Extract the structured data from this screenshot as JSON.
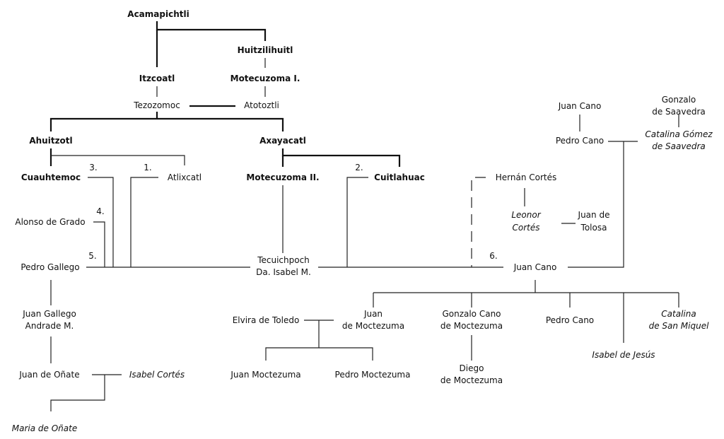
{
  "people": {
    "acamapichtli": "Acamapichtli",
    "huitzilihuitl": "Huitzilihuitl",
    "itzcoatl": "Itzcoatl",
    "motecuzoma1": "Motecuzoma I.",
    "tezozomoc": "Tezozomoc",
    "atotoztli": "Atotoztli",
    "ahuitzotl": "Ahuitzotl",
    "axayacatl": "Axayacatl",
    "cuauhtemoc": "Cuauhtemoc",
    "atlixcatl": "Atlixcatl",
    "motecuzoma2": "Motecuzoma II.",
    "cuitlahuac": "Cuitlahuac",
    "alonso": "Alonso de Grado",
    "pedro_gallego": "Pedro Gallego",
    "tecuichpoch_1": "Tecuichpoch",
    "tecuichpoch_2": "Da. Isabel M.",
    "juan_cano": "Juan Cano",
    "juan_gallego_1": "Juan Gallego",
    "juan_gallego_2": "Andrade M.",
    "juan_onate": "Juan de Oñate",
    "isabel_cortes": "Isabel Cortés",
    "maria_onate": "Maria de Oñate",
    "juan_cano_sr": "Juan Cano",
    "gonzalo_saavedra_1": "Gonzalo",
    "gonzalo_saavedra_2": "de Saavedra",
    "pedro_cano_sr": "Pedro Cano",
    "catalina_gomez_1": "Catalina Gómez",
    "catalina_gomez_2": "de Saavedra",
    "hernan_cortes": "Hernán Cortés",
    "leonor_1": "Leonor",
    "leonor_2": "Cortés",
    "juan_tolosa_1": "Juan de",
    "juan_tolosa_2": "Tolosa",
    "elvira": "Elvira de Toledo",
    "juan_moctezuma_1": "Juan",
    "juan_moctezuma_2": "de Moctezuma",
    "gonzalo_cano_1": "Gonzalo Cano",
    "gonzalo_cano_2": "de Moctezuma",
    "pedro_cano_jr": "Pedro Cano",
    "catalina_sm_1": "Catalina",
    "catalina_sm_2": "de San Miquel",
    "isabel_jesus": "Isabel de Jesús",
    "juan_moctezuma_jr": "Juan Moctezuma",
    "pedro_moctezuma": "Pedro Moctezuma",
    "diego_1": "Diego",
    "diego_2": "de Moctezuma"
  },
  "marriage_numbers": {
    "n1": "1.",
    "n2": "2.",
    "n3": "3.",
    "n4": "4.",
    "n5": "5.",
    "n6": "6."
  }
}
